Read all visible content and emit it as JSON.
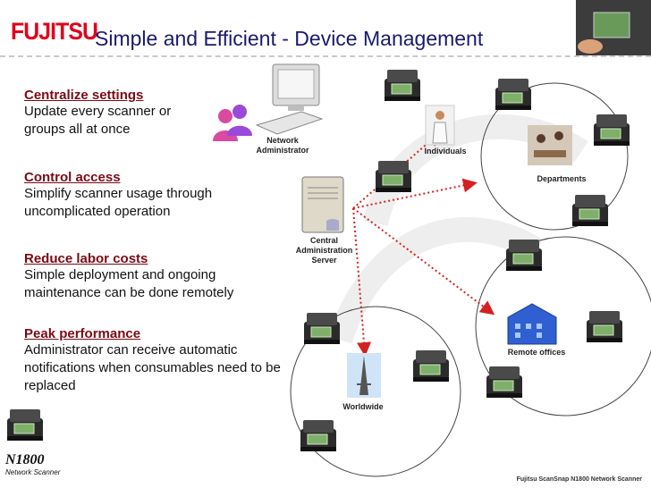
{
  "header": {
    "logo": "FUJITSU",
    "title": "Simple and Efficient - Device Management"
  },
  "features": [
    {
      "heading": "Centralize settings",
      "body": "Update every scanner or groups all at once"
    },
    {
      "heading": "Control access",
      "body": "Simplify scanner usage through uncomplicated operation"
    },
    {
      "heading": "Reduce labor costs",
      "body": "Simple deployment and ongoing maintenance can be done remotely"
    },
    {
      "heading": "Peak performance",
      "body": "Administrator can receive automatic notifications when consumables need to be replaced"
    }
  ],
  "diagram": {
    "network_admin": "Network Administrator",
    "central_server": "Central Administration Server",
    "individuals": "Individuals",
    "departments": "Departments",
    "remote_offices": "Remote offices",
    "worldwide": "Worldwide"
  },
  "product": {
    "model": "N1800",
    "line": "Network Scanner"
  },
  "footer": {
    "caption": "Fujitsu ScanSnap N1800 Network Scanner"
  },
  "colors": {
    "brand_red": "#e2001a",
    "heading": "#7a0a14",
    "title": "#1a1a6a",
    "arrow": "#d42020"
  }
}
